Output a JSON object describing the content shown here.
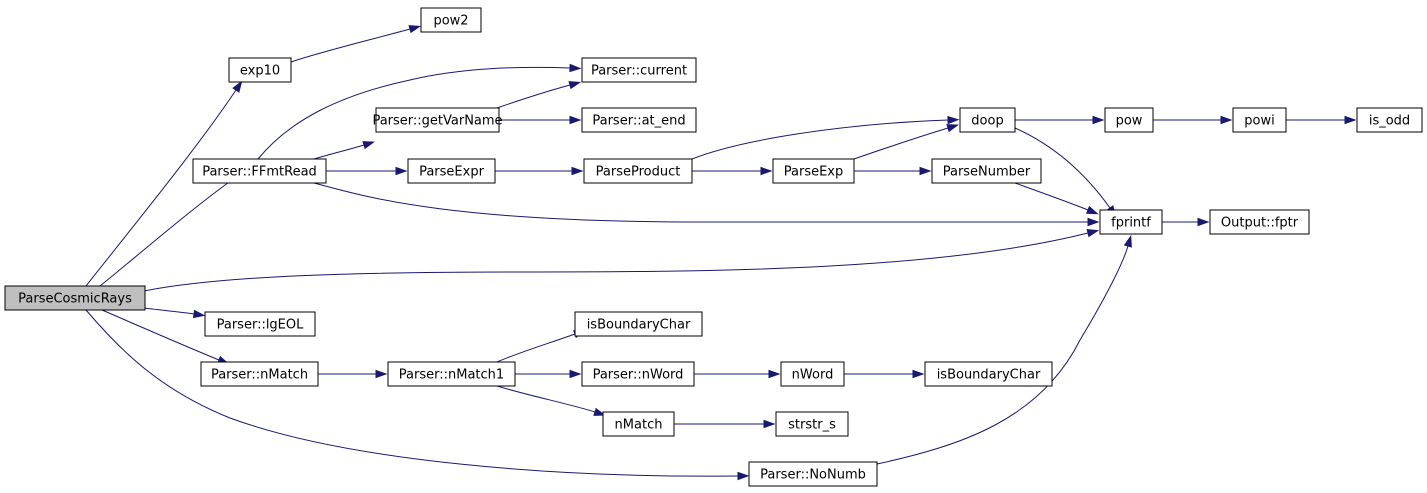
{
  "colors": {
    "edge": "#191970",
    "root_fill": "#bfbfbf",
    "node_fill": "#ffffff",
    "node_stroke": "#000000"
  },
  "nodes": [
    {
      "id": "parsecosmicrays",
      "label": "ParseCosmicRays",
      "root": true
    },
    {
      "id": "exp10",
      "label": "exp10"
    },
    {
      "id": "pow2",
      "label": "pow2"
    },
    {
      "id": "ffmtread",
      "label": "Parser::FFmtRead"
    },
    {
      "id": "getvarname",
      "label": "Parser::getVarName"
    },
    {
      "id": "current",
      "label": "Parser::current"
    },
    {
      "id": "at_end",
      "label": "Parser::at_end"
    },
    {
      "id": "parseexpr",
      "label": "ParseExpr"
    },
    {
      "id": "parseproduct",
      "label": "ParseProduct"
    },
    {
      "id": "parseexp",
      "label": "ParseExp"
    },
    {
      "id": "parsenumber",
      "label": "ParseNumber"
    },
    {
      "id": "doop",
      "label": "doop"
    },
    {
      "id": "pow",
      "label": "pow"
    },
    {
      "id": "powi",
      "label": "powi"
    },
    {
      "id": "is_odd",
      "label": "is_odd"
    },
    {
      "id": "fprintf",
      "label": "fprintf"
    },
    {
      "id": "output_fptr",
      "label": "Output::fptr"
    },
    {
      "id": "lgeol",
      "label": "Parser::lgEOL"
    },
    {
      "id": "nmatch_p",
      "label": "Parser::nMatch"
    },
    {
      "id": "nmatch1",
      "label": "Parser::nMatch1"
    },
    {
      "id": "isboundary1",
      "label": "isBoundaryChar"
    },
    {
      "id": "nword_p",
      "label": "Parser::nWord"
    },
    {
      "id": "nword",
      "label": "nWord"
    },
    {
      "id": "isboundary2",
      "label": "isBoundaryChar"
    },
    {
      "id": "nmatch",
      "label": "nMatch"
    },
    {
      "id": "strstr_s",
      "label": "strstr_s"
    },
    {
      "id": "nonumb",
      "label": "Parser::NoNumb"
    }
  ],
  "edges": [
    {
      "from": "parsecosmicrays",
      "to": "exp10"
    },
    {
      "from": "parsecosmicrays",
      "to": "ffmtread"
    },
    {
      "from": "parsecosmicrays",
      "to": "fprintf"
    },
    {
      "from": "parsecosmicrays",
      "to": "lgeol"
    },
    {
      "from": "parsecosmicrays",
      "to": "nmatch_p"
    },
    {
      "from": "parsecosmicrays",
      "to": "nonumb"
    },
    {
      "from": "exp10",
      "to": "pow2"
    },
    {
      "from": "ffmtread",
      "to": "current"
    },
    {
      "from": "ffmtread",
      "to": "getvarname"
    },
    {
      "from": "ffmtread",
      "to": "parseexpr"
    },
    {
      "from": "ffmtread",
      "to": "fprintf"
    },
    {
      "from": "getvarname",
      "to": "current"
    },
    {
      "from": "getvarname",
      "to": "at_end"
    },
    {
      "from": "parseexpr",
      "to": "parseproduct"
    },
    {
      "from": "parseproduct",
      "to": "doop"
    },
    {
      "from": "parseproduct",
      "to": "parseexp"
    },
    {
      "from": "parseexp",
      "to": "doop"
    },
    {
      "from": "parseexp",
      "to": "parsenumber"
    },
    {
      "from": "parsenumber",
      "to": "fprintf"
    },
    {
      "from": "doop",
      "to": "pow"
    },
    {
      "from": "doop",
      "to": "fprintf"
    },
    {
      "from": "pow",
      "to": "powi"
    },
    {
      "from": "powi",
      "to": "is_odd"
    },
    {
      "from": "fprintf",
      "to": "output_fptr"
    },
    {
      "from": "nmatch_p",
      "to": "nmatch1"
    },
    {
      "from": "nmatch1",
      "to": "isboundary1"
    },
    {
      "from": "nmatch1",
      "to": "nword_p"
    },
    {
      "from": "nmatch1",
      "to": "nmatch"
    },
    {
      "from": "nword_p",
      "to": "nword"
    },
    {
      "from": "nword",
      "to": "isboundary2"
    },
    {
      "from": "nmatch",
      "to": "strstr_s"
    },
    {
      "from": "nonumb",
      "to": "fprintf"
    }
  ]
}
